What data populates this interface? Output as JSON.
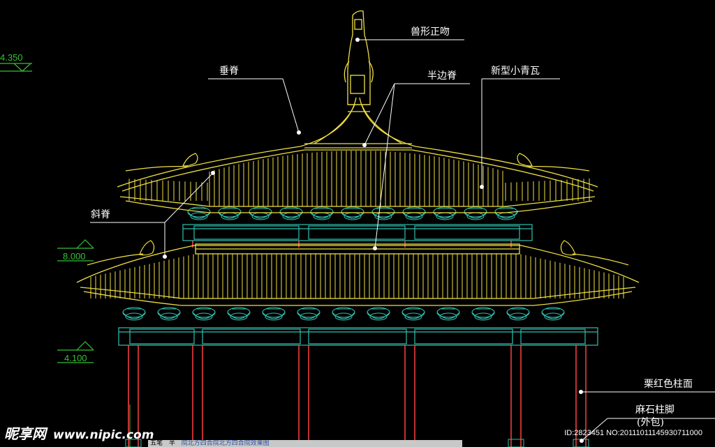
{
  "labels": {
    "ridge_ornament": "兽形正吻",
    "hanging_ridge": "垂脊",
    "half_side_ridge": "半边脊",
    "new_small_tile": "新型小青瓦",
    "diagonal_ridge": "斜脊",
    "column_color": "栗红色柱面",
    "column_base": "麻石柱脚",
    "column_base_note": "(外包)"
  },
  "elevations": {
    "top": "4.350",
    "middle": "8.000",
    "bottom": "4.100"
  },
  "watermark": {
    "brand": "昵享网",
    "url": "www.nipic.com",
    "id_line": "ID:2823451 NO:20111011145930711000"
  },
  "taskbar": {
    "item1": "五笔",
    "item2": "半",
    "title": "院北方四合院北方四合院效果图"
  },
  "colors": {
    "background": "#000000",
    "roof": "#f0e040",
    "brackets": "#30c0b0",
    "columns": "#c03030",
    "elevation_marks": "#35c135",
    "leaders": "#ffffff"
  }
}
